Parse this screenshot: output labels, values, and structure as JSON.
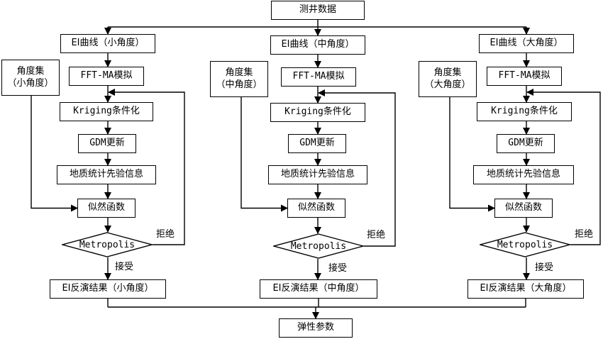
{
  "top": {
    "well_data": "测井数据"
  },
  "columns": [
    {
      "ei_curve": "EI曲线（小角度）",
      "angle_set_line1": "角度集",
      "angle_set_line2": "（小角度）",
      "fft_ma": "FFT-MA模拟",
      "kriging": "Kriging条件化",
      "gdm": "GDM更新",
      "prior": "地质统计先验信息",
      "likelihood": "似然函数",
      "metropolis": "Metropolis",
      "reject": "拒绝",
      "accept": "接受",
      "result": "EI反演结果（小角度）"
    },
    {
      "ei_curve": "EI曲线（中角度）",
      "angle_set_line1": "角度集",
      "angle_set_line2": "（中角度）",
      "fft_ma": "FFT-MA模拟",
      "kriging": "Kriging条件化",
      "gdm": "GDM更新",
      "prior": "地质统计先验信息",
      "likelihood": "似然函数",
      "metropolis": "Metropolis",
      "reject": "拒绝",
      "accept": "接受",
      "result": "EI反演结果（中角度）"
    },
    {
      "ei_curve": "EI曲线（大角度）",
      "angle_set_line1": "角度集",
      "angle_set_line2": "（大角度）",
      "fft_ma": "FFT-MA模拟",
      "kriging": "Kriging条件化",
      "gdm": "GDM更新",
      "prior": "地质统计先验信息",
      "likelihood": "似然函数",
      "metropolis": "Metropolis",
      "reject": "拒绝",
      "accept": "接受",
      "result": "EI反演结果（大角度）"
    }
  ],
  "bottom": {
    "elastic_params": "弹性参数"
  }
}
